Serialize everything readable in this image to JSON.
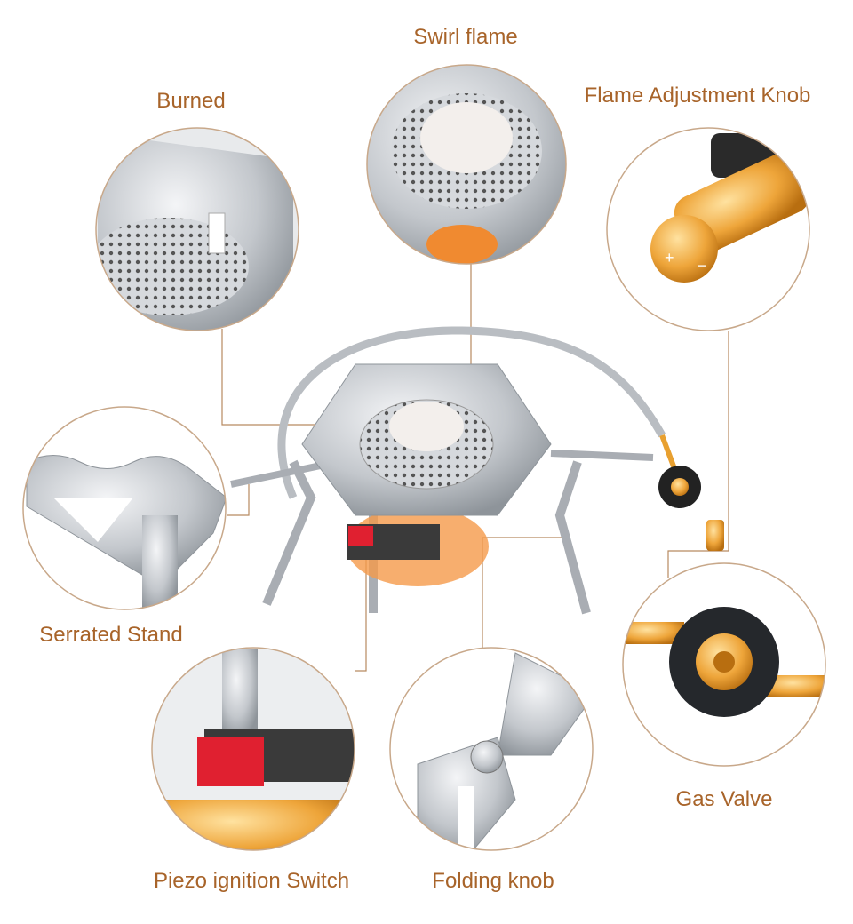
{
  "labels": {
    "swirl_flame": "Swirl flame",
    "flame_adjustment_knob": "Flame Adjustment Knob",
    "burned": "Burned",
    "serrated_stand": "Serrated Stand",
    "gas_valve": "Gas Valve",
    "piezo_switch": "Piezo ignition Switch",
    "folding_knob": "Folding knob"
  },
  "knob_symbols": {
    "plus": "+",
    "minus": "−"
  },
  "colors": {
    "label": "#a8642a",
    "circle_border": "#c8a88a",
    "steel": "#b8bcc2",
    "brass": "#e8a030",
    "orange": "#f07a20",
    "red": "#e02030"
  }
}
